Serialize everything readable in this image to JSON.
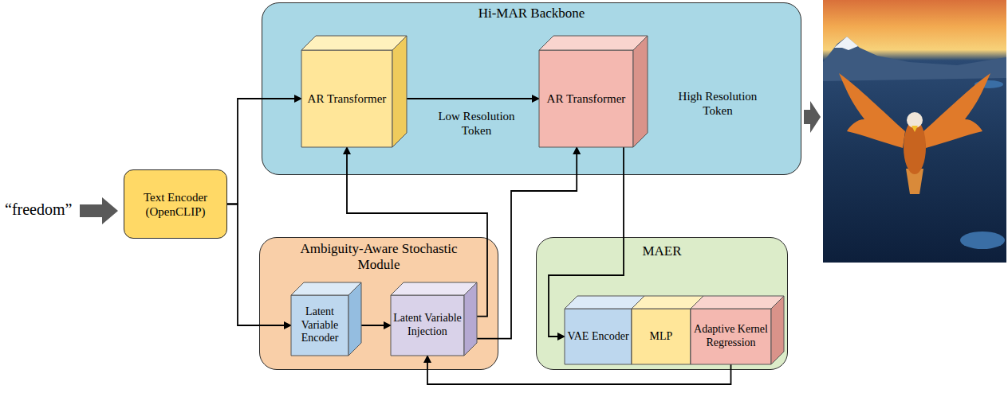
{
  "diagram": {
    "nodes": [
      {
        "text": [
          "Hi-MAR Backbone"
        ]
      },
      {
        "text": [
          "AR Transformer"
        ],
        "in": 0
      },
      {
        "text": [
          "AR Transformer"
        ],
        "in": 0
      },
      {
        "text": [
          "Text Encoder (OpenCLIP)"
        ]
      },
      {
        "text": [
          "Ambiguity-Aware Stochastic Module"
        ]
      },
      {
        "text": [
          "Latent Variable Encoder"
        ],
        "in": 4
      },
      {
        "text": [
          "Latent Variable Injection"
        ],
        "in": 4
      },
      {
        "text": [
          "MAER"
        ]
      },
      {
        "text": [
          "VAE Encoder"
        ],
        "in": 7
      },
      {
        "text": [
          "MLP"
        ],
        "in": 7
      },
      {
        "text": [
          "Adaptive Kernel Regression"
        ],
        "in": 7
      }
    ],
    "edges": [
      {
        "from": 3,
        "to": 1,
        "arrow": "to"
      },
      {
        "from": 3,
        "to": 5,
        "arrow": "to"
      },
      {
        "from": 5,
        "to": 6,
        "arrow": "to"
      },
      {
        "from": 6,
        "to": 1,
        "arrow": "to"
      },
      {
        "from": 6,
        "to": 2,
        "arrow": "to"
      },
      {
        "from": 1,
        "to": 2,
        "label": "Low Resolution Token",
        "arrow": "to"
      },
      {
        "from": 2,
        "to": 8,
        "arrow": "to"
      },
      {
        "from": 10,
        "to": 6,
        "arrow": "to"
      }
    ],
    "labels": [
      "“freedom”",
      "High Resolution Token"
    ]
  }
}
